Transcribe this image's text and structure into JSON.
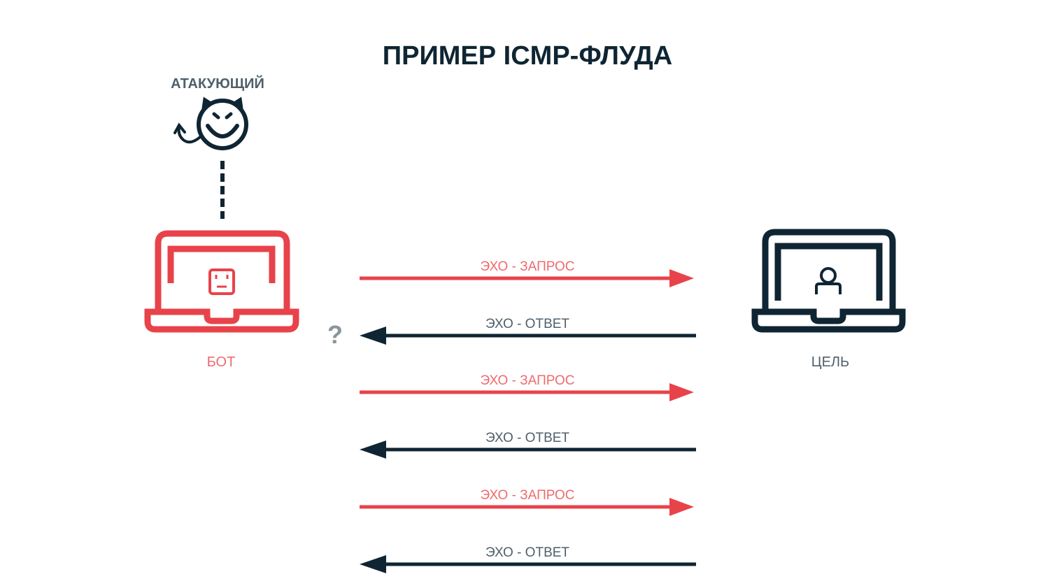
{
  "title": "ПРИМЕР ICMP-ФЛУДА",
  "attacker_label": "АТАКУЮЩИЙ",
  "bot_label": "БОТ",
  "target_label": "ЦЕЛЬ",
  "unknown_mark": "?",
  "messages": [
    {
      "label": "ЭХО - ЗАПРОС",
      "direction": "bot-to-target"
    },
    {
      "label": "ЭХО - ОТВЕТ",
      "direction": "target-to-bot"
    },
    {
      "label": "ЭХО - ЗАПРОС",
      "direction": "bot-to-target"
    },
    {
      "label": "ЭХО - ОТВЕТ",
      "direction": "target-to-bot"
    },
    {
      "label": "ЭХО - ЗАПРОС",
      "direction": "bot-to-target"
    },
    {
      "label": "ЭХО - ОТВЕТ",
      "direction": "target-to-bot"
    }
  ],
  "colors": {
    "red": "#E8434A",
    "dark": "#0F2533",
    "label_red": "#EF6A6F",
    "label_grey": "#4F5F6A"
  }
}
